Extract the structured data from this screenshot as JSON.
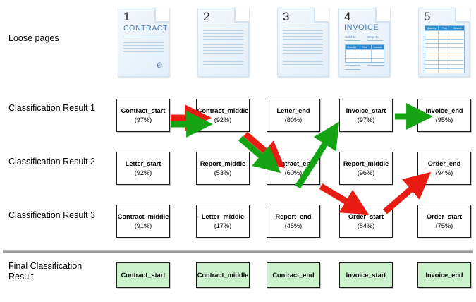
{
  "rows": {
    "loose_pages_label": "Loose pages",
    "result1_label": "Classification Result 1",
    "result2_label": "Classification Result 2",
    "result3_label": "Classification Result 3",
    "final_label": "Final Classification\nResult"
  },
  "pages": [
    {
      "number": "1",
      "type": "contract",
      "title": "CONTRACT"
    },
    {
      "number": "2",
      "type": "lines",
      "title": ""
    },
    {
      "number": "3",
      "type": "lines",
      "title": ""
    },
    {
      "number": "4",
      "type": "invoice",
      "title": "INVOICE",
      "sold_to": "Sold to",
      "ship_to": "Ship to",
      "columns": [
        "Quantity",
        "Price",
        "Amount"
      ]
    },
    {
      "number": "5",
      "type": "table",
      "title": "",
      "columns": [
        "Quantity",
        "Price",
        "Amount"
      ]
    }
  ],
  "result1": [
    {
      "label": "Contract_start",
      "pct": "(97%)"
    },
    {
      "label": "Contract_middle",
      "pct": "(92%)"
    },
    {
      "label": "Letter_end",
      "pct": "(80%)"
    },
    {
      "label": "Invoice_start",
      "pct": "(97%)"
    },
    {
      "label": "Invoice_end",
      "pct": "(95%)"
    }
  ],
  "result2": [
    {
      "label": "Letter_start",
      "pct": "(92%)"
    },
    {
      "label": "Report_middle",
      "pct": "(53%)"
    },
    {
      "label": "Contract_end",
      "pct": "(60%)"
    },
    {
      "label": "Report_middle",
      "pct": "(96%)"
    },
    {
      "label": "Order_end",
      "pct": "(94%)"
    }
  ],
  "result3": [
    {
      "label": "Contract_middle",
      "pct": "(91%)"
    },
    {
      "label": "Letter_middle",
      "pct": "(17%)"
    },
    {
      "label": "Report_end",
      "pct": "(45%)"
    },
    {
      "label": "Order_start",
      "pct": "(84%)"
    },
    {
      "label": "Order_start",
      "pct": "(75%)"
    }
  ],
  "final": [
    {
      "label": "Contract_start"
    },
    {
      "label": "Contract_middle"
    },
    {
      "label": "Contract_end"
    },
    {
      "label": "Invoice_start"
    },
    {
      "label": "Invoice_end"
    }
  ],
  "colors": {
    "green_path": "#13a313",
    "red_path": "#e81c12",
    "final_box_fill": "#ccf2cc",
    "box_border": "#1a1a1a",
    "page_fill": "#eaf3fb",
    "page_accent": "#2e8bd0",
    "separator": "#9a9a9a"
  },
  "paths": {
    "green": [
      "Contract_start -> Contract_middle",
      "Contract_middle -> Contract_end",
      "Contract_end -> Invoice_start",
      "Invoice_start -> Invoice_end"
    ],
    "red": [
      "Contract_start -> Contract_middle",
      "Contract_middle -> Contract_end",
      "Contract_end -> Order_start",
      "Order_start -> Order_end"
    ]
  }
}
